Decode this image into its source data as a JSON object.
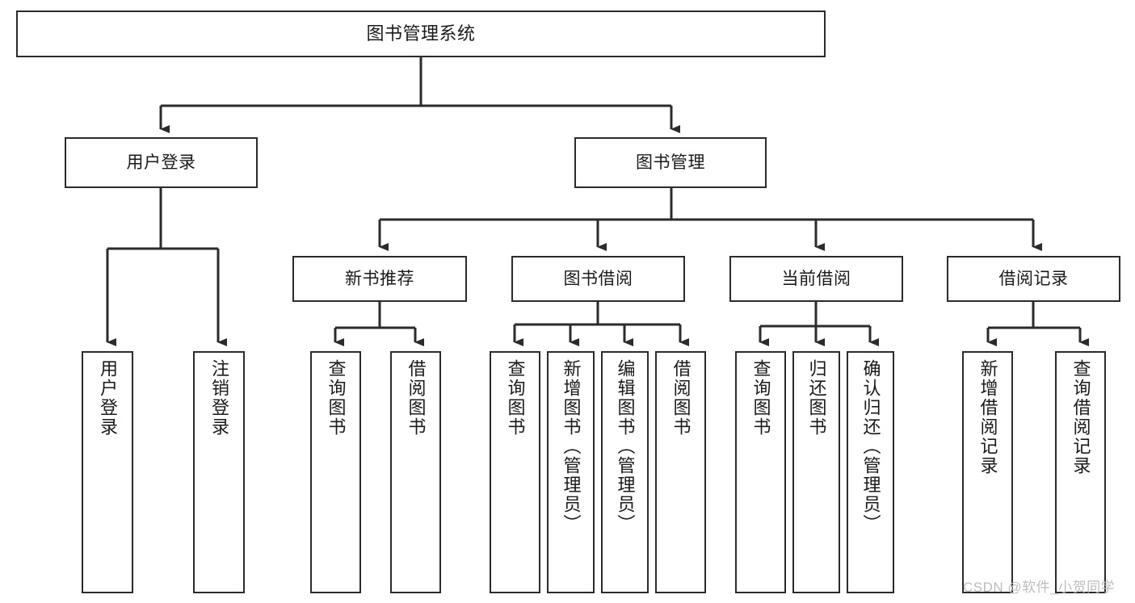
{
  "diagram": {
    "title": "图书管理系统",
    "type": "tree-hierarchy-diagram",
    "root": {
      "id": "root",
      "label": "图书管理系统"
    },
    "level2": [
      {
        "id": "user-login",
        "label": "用户登录"
      },
      {
        "id": "book-manage",
        "label": "图书管理"
      }
    ],
    "level3": [
      {
        "id": "new-book-rec",
        "label": "新书推荐"
      },
      {
        "id": "book-borrow",
        "label": "图书借阅"
      },
      {
        "id": "current-borrow",
        "label": "当前借阅"
      },
      {
        "id": "borrow-record",
        "label": "借阅记录"
      }
    ],
    "leaves": {
      "user_login": [
        {
          "id": "leaf-user-login",
          "label": "用户登录"
        },
        {
          "id": "leaf-logout-login",
          "label": "注销登录"
        }
      ],
      "new_book_rec": [
        {
          "id": "leaf-query-book-1",
          "label": "查询图书"
        },
        {
          "id": "leaf-borrow-book-1",
          "label": "借阅图书"
        }
      ],
      "book_borrow": [
        {
          "id": "leaf-query-book-2",
          "label": "查询图书"
        },
        {
          "id": "leaf-add-book",
          "label": "新增图书（管理员）"
        },
        {
          "id": "leaf-edit-book",
          "label": "编辑图书（管理员）"
        },
        {
          "id": "leaf-borrow-book-2",
          "label": "借阅图书"
        }
      ],
      "current_borrow": [
        {
          "id": "leaf-query-book-3",
          "label": "查询图书"
        },
        {
          "id": "leaf-return-book",
          "label": "归还图书"
        },
        {
          "id": "leaf-confirm-return",
          "label": "确认归还（管理员）"
        }
      ],
      "borrow_record": [
        {
          "id": "leaf-add-record",
          "label": "新增借阅记录"
        },
        {
          "id": "leaf-query-record",
          "label": "查询借阅记录"
        }
      ]
    }
  },
  "watermark": {
    "text": "CSDN @软件_小贺同学"
  },
  "colors": {
    "stroke": "#2b2b2b",
    "fill": "#ffffff",
    "text": "#1a1a1a",
    "watermark": "#bdbdbd"
  }
}
